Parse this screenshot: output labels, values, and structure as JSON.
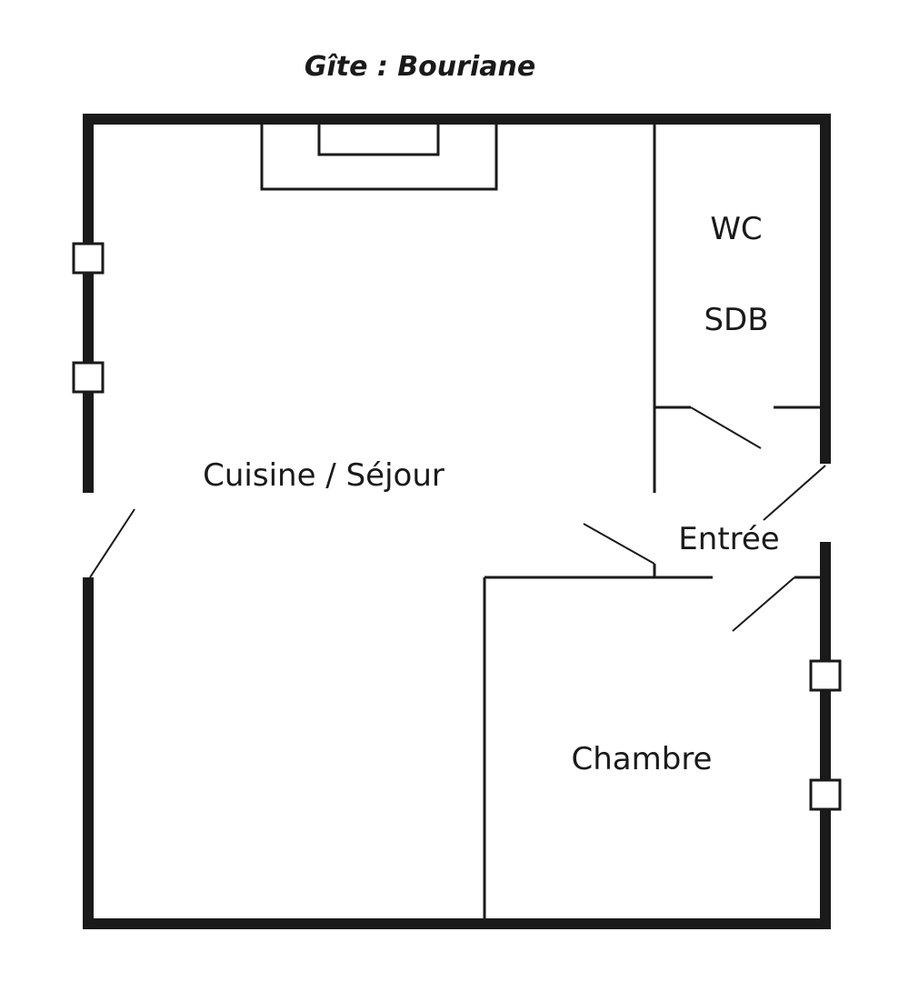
{
  "title": "Gîte : Bouriane",
  "rooms": {
    "wc": "WC",
    "sdb": "SDB",
    "living": "Cuisine / Séjour",
    "entry": "Entrée",
    "bedroom": "Chambre"
  }
}
